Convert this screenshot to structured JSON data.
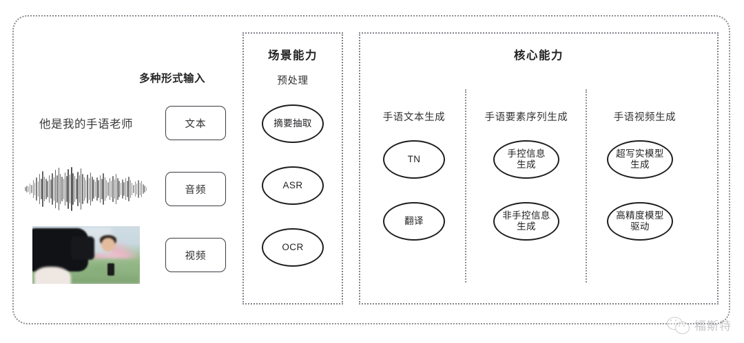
{
  "diagram": {
    "input_section": {
      "heading": "多种形式输入",
      "rows": [
        {
          "sample_kind": "text-sample",
          "sample_text": "他是我的手语老师",
          "label": "文本"
        },
        {
          "sample_kind": "audio-waveform",
          "sample_text": "",
          "label": "音频"
        },
        {
          "sample_kind": "video-thumbnail",
          "sample_text": "",
          "label": "视频"
        }
      ]
    },
    "scene_panel": {
      "title": "场景能力",
      "group_label": "预处理",
      "nodes": [
        "摘要抽取",
        "ASR",
        "OCR"
      ]
    },
    "core_panel": {
      "title": "核心能力",
      "columns": [
        {
          "label": "手语文本生成",
          "nodes": [
            {
              "line1": "TN",
              "line2": ""
            },
            {
              "line1": "翻译",
              "line2": ""
            }
          ]
        },
        {
          "label": "手语要素序列生成",
          "nodes": [
            {
              "line1": "手控信息",
              "line2": "生成"
            },
            {
              "line1": "非手控信息",
              "line2": "生成"
            }
          ]
        },
        {
          "label": "手语视频生成",
          "nodes": [
            {
              "line1": "超写实模型",
              "line2": "生成"
            },
            {
              "line1": "高精度模型",
              "line2": "驱动"
            }
          ]
        }
      ]
    },
    "watermark": {
      "icon": "wechat-icon",
      "text": "福斯特"
    },
    "colors": {
      "border": "#808089",
      "node_stroke": "#1d1d20",
      "text": "#2b2b2b",
      "watermark": "#6f6f75"
    }
  }
}
